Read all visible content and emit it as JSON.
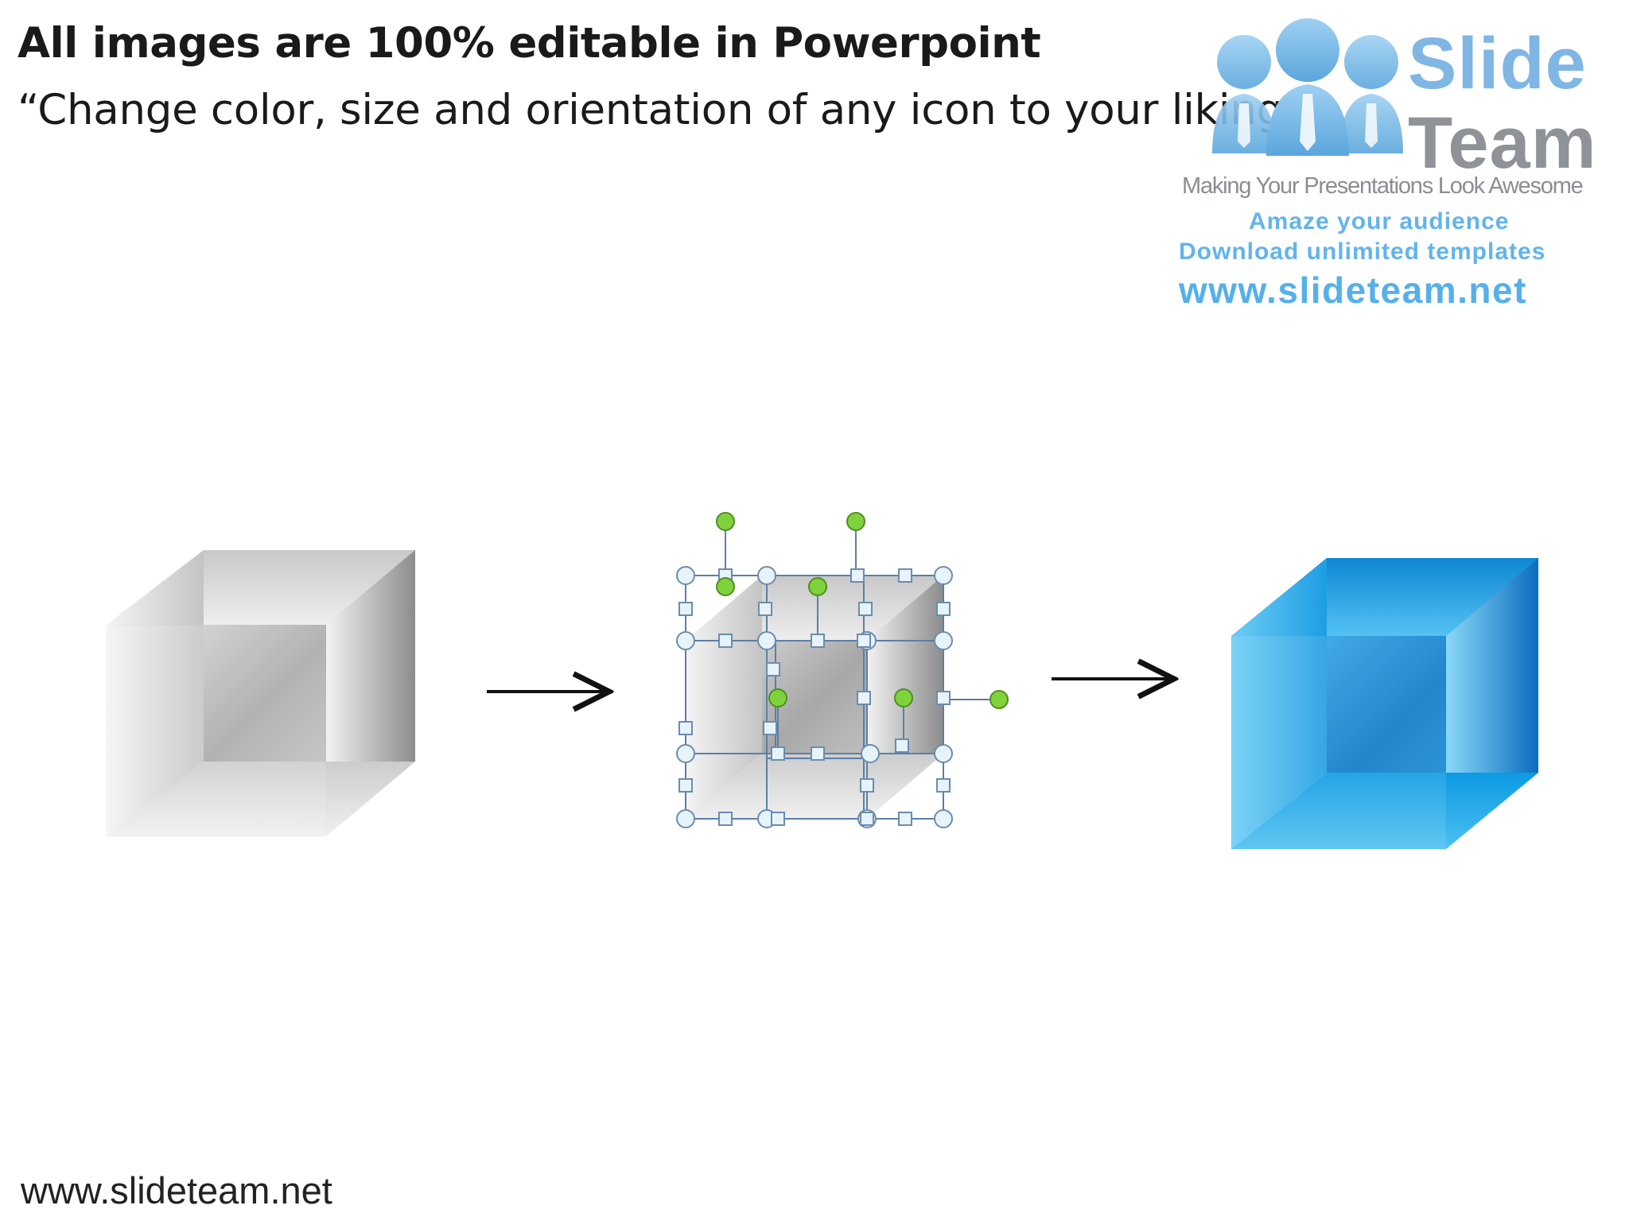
{
  "slide": {
    "title": "All images are 100% editable in Powerpoint",
    "subtitle": "“Change color, size and orientation of any icon to your liking”",
    "footer_url": "www.slideteam.net"
  },
  "logo": {
    "word_top": "Slide",
    "word_bottom": "Team",
    "tagline": "Making Your Presentations Look Awesome",
    "line1": "Amaze your audience",
    "line2": "Download unlimited templates",
    "url": "www.slideteam.net"
  },
  "diagram": {
    "steps": [
      {
        "name": "gray-cube",
        "color": "#b8b8b8"
      },
      {
        "name": "editable-cube-with-handles",
        "color": "#a9a9a9"
      },
      {
        "name": "blue-cube",
        "color": "#1ea0e6"
      }
    ],
    "handle_colors": {
      "node": "#e6f3fb",
      "rotate": "#7fd23c",
      "line": "#5b7fa6"
    }
  }
}
